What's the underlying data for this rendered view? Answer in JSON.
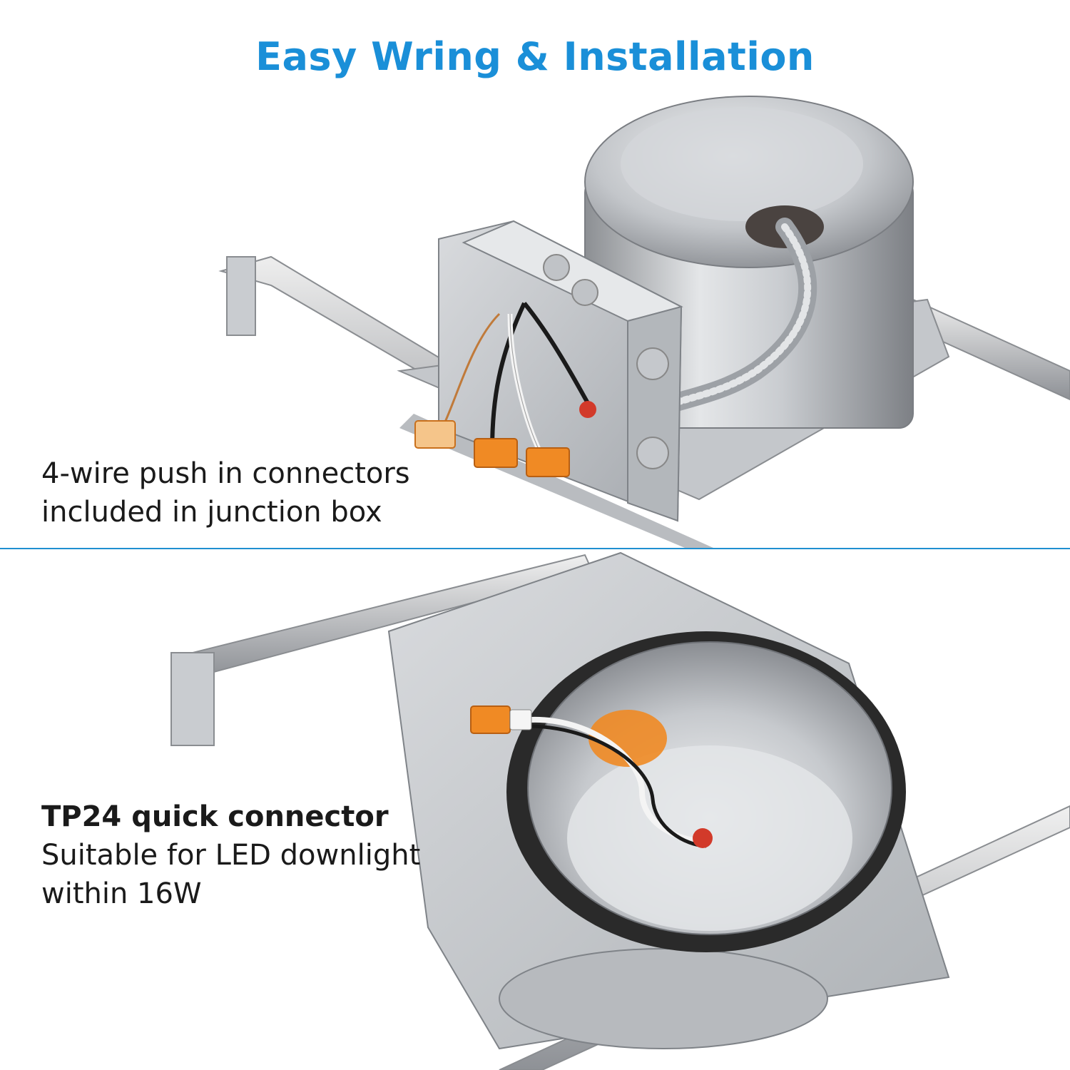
{
  "title": "Easy Wring & Installation",
  "top_panel": {
    "caption_lines": [
      "4-wire push in connectors",
      "included in junction box"
    ]
  },
  "bottom_panel": {
    "caption_heading": "TP24 quick connector",
    "caption_lines": [
      "Suitable for LED downlight",
      "within 16W"
    ]
  },
  "colors": {
    "title": "#1a8fd8",
    "divider": "#1f8fd0",
    "connector": "#f08a24",
    "text": "#1a1a1a"
  }
}
